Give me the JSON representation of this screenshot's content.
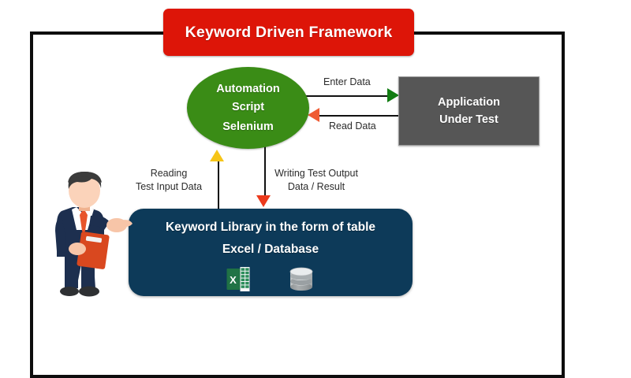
{
  "diagram": {
    "title": "Keyword Driven Framework",
    "frame": {
      "name": "outer-frame"
    },
    "nodes": {
      "automation_script": {
        "line1": "Automation",
        "line2": "Script",
        "line3": "Selenium",
        "color": "#3a8c16"
      },
      "application_under_test": {
        "line1": "Application",
        "line2": "Under Test",
        "color": "#565656"
      },
      "keyword_library": {
        "line1": "Keyword Library in the form of table",
        "line2": "Excel / Database",
        "color": "#0d3a59",
        "icons": [
          {
            "name": "excel-icon",
            "label": "Excel"
          },
          {
            "name": "database-icon",
            "label": "Database"
          }
        ]
      },
      "tester": {
        "name": "tester-illustration"
      }
    },
    "edges": [
      {
        "id": "enter-data",
        "label": "Enter Data",
        "direction": "right",
        "arrow_color": "#127d13"
      },
      {
        "id": "read-data",
        "label": "Read Data",
        "direction": "left",
        "arrow_color": "#ef5b33"
      },
      {
        "id": "reading-input",
        "label_line1": "Reading",
        "label_line2": "Test Input Data",
        "direction": "up",
        "arrow_color": "#f6c518"
      },
      {
        "id": "writing-output",
        "label_line1": "Writing Test Output",
        "label_line2": "Data  / Result",
        "direction": "down",
        "arrow_color": "#ec3a1c"
      }
    ],
    "colors": {
      "banner": "#dd1508",
      "frame": "#0d0d0d",
      "text_light": "#ffffff",
      "label_text": "#2b2b2b"
    }
  }
}
